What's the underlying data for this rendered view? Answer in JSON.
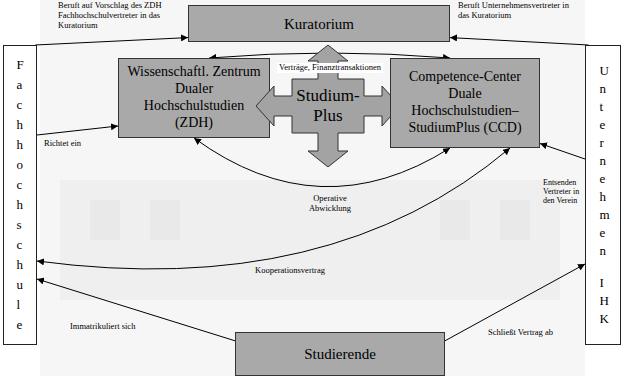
{
  "diagram": {
    "nodes": [
      {
        "text": [
          "Kuratorium"
        ]
      },
      {
        "text": [
          "Fachhochschule"
        ]
      },
      {
        "text": [
          "Wissenschaftl. Zentrum Dualer Hochschulstudien (ZDH)"
        ]
      },
      {
        "text": [
          "Studium-Plus"
        ]
      },
      {
        "text": [
          "Competence-Center Duale Hochschulstudien–StudiumPlus (CCD)"
        ]
      },
      {
        "text": [
          "Unternehmen",
          "IHK"
        ]
      },
      {
        "text": [
          "Studierende"
        ]
      }
    ],
    "edges": [
      {
        "from": 1,
        "to": 0,
        "arrow": "to",
        "label": "Beruft auf Vorschlag des ZDH Fachhochschulvertreter in das Kuratorium"
      },
      {
        "from": 5,
        "to": 0,
        "arrow": "to",
        "label": "Beruft Unternehmensvertreter in das Kuratorium"
      },
      {
        "from": 2,
        "to": 4,
        "arrow": "both",
        "label": "Verträge, Finanztransaktionen"
      },
      {
        "from": 1,
        "to": 2,
        "arrow": "to",
        "label": "Richtet ein"
      },
      {
        "from": 5,
        "to": 4,
        "arrow": "to",
        "label": "Entsenden Vertreter in den Verein"
      },
      {
        "from": 2,
        "to": 4,
        "arrow": "both",
        "label": "Operative Abwicklung"
      },
      {
        "from": 1,
        "to": 4,
        "arrow": "both",
        "label": "Kooperationsvertrag"
      },
      {
        "from": 6,
        "to": 1,
        "arrow": "to",
        "label": "Immatrikuliert sich"
      },
      {
        "from": 6,
        "to": 5,
        "arrow": "to",
        "label": "Schließt Vertrag ab"
      }
    ]
  }
}
